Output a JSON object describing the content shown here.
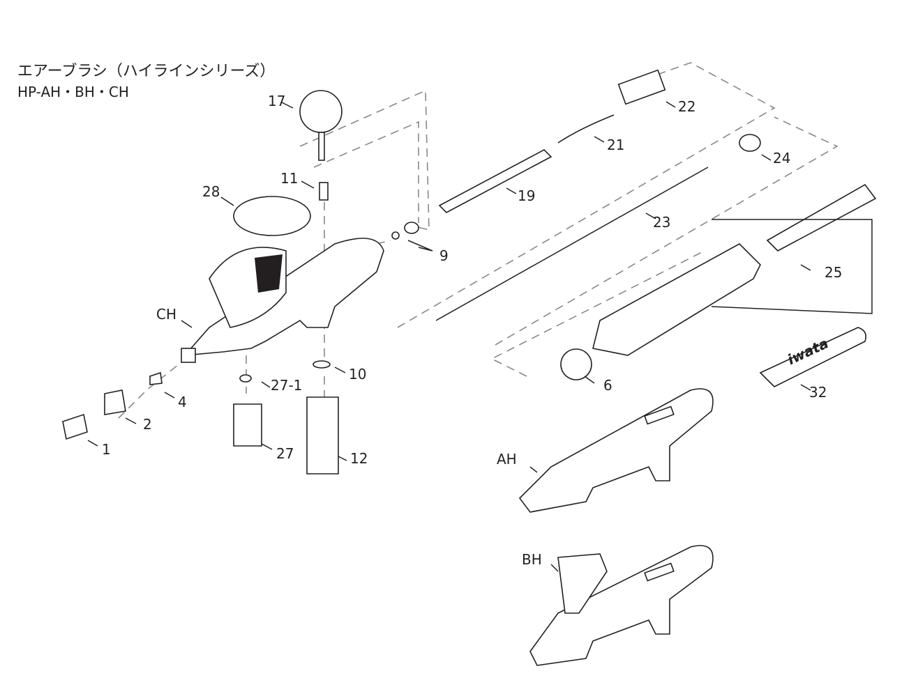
{
  "title": "エアーブラシ（ハイラインシリーズ）",
  "subtitle": "HP-AH・BH・CH",
  "wrench_brand": "iwata",
  "parts": {
    "p1": "1",
    "p2": "2",
    "p4": "4",
    "p6": "6",
    "p9": "9",
    "p10": "10",
    "p11": "11",
    "p12": "12",
    "p17": "17",
    "p19": "19",
    "p21": "21",
    "p22": "22",
    "p23": "23",
    "p24": "24",
    "p25": "25",
    "p27": "27",
    "p27_1": "27-1",
    "p28": "28",
    "p32": "32"
  },
  "models": {
    "ch": "CH",
    "ah": "AH",
    "bh": "BH"
  }
}
